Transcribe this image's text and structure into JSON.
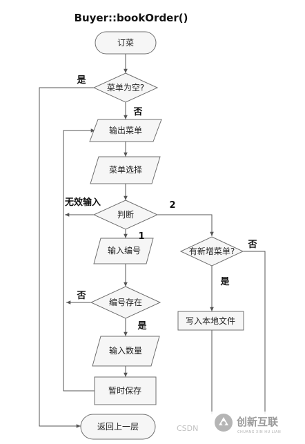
{
  "diagram": {
    "title": "Buyer::bookOrder()",
    "nodes": {
      "start": "订菜",
      "menu_empty": "菜单为空?",
      "print_menu": "输出菜单",
      "menu_select": "菜单选择",
      "judge": "判断",
      "input_no": "输入编号",
      "no_exists": "编号存在",
      "input_qty": "输入数量",
      "temp_save": "暂时保存",
      "new_item": "有新增菜单?",
      "write_file": "写入本地文件",
      "return": "返回上一层"
    },
    "edge_labels": {
      "yes_empty": "是",
      "no_empty": "否",
      "invalid_input": "无效输入",
      "two": "2",
      "one": "1",
      "no_exists_no": "否",
      "no_exists_yes": "是",
      "new_item_no": "否",
      "new_item_yes": "是"
    }
  },
  "watermark": {
    "brand": "创新互联",
    "sub": "CHUANG XIN HU LIAN",
    "csdn": "CSDN"
  }
}
